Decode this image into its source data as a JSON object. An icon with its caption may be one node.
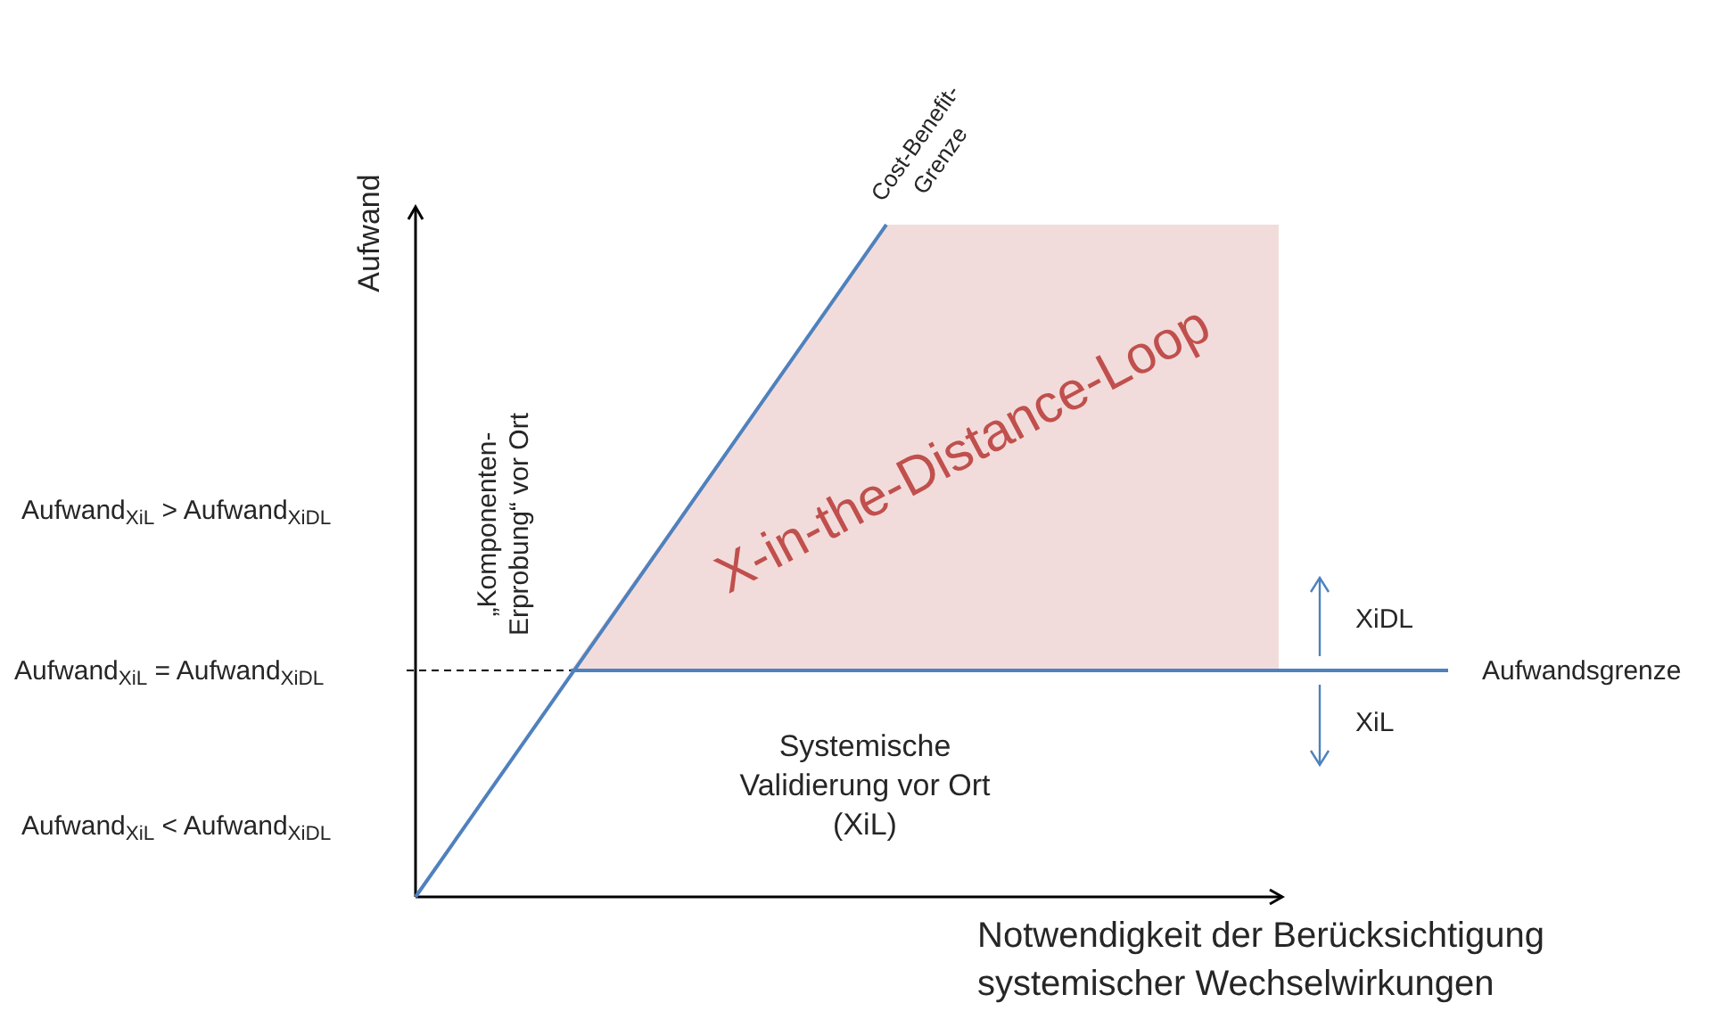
{
  "diagram": {
    "nodes": [
      {
        "text": [
          "X-in-the-Distance-Loop"
        ]
      }
    ],
    "labels": [
      "Aufwand",
      "Cost-Benefit-Grenze",
      "Aufwand$_{XiL}$ > Aufwand$_{XiDL}$",
      "„Komponenten-Erprobung“ vor Ort",
      "Aufwand$_{XiL}$ = Aufwand$_{XiDL}$",
      "XiDL",
      "Aufwandsgrenze",
      "XiL",
      "Systemische Validierung vor Ort (XiL)",
      "Aufwand$_{XiL}$ < Aufwand$_{XiDL}$",
      "Notwendigkeit der Berücksichtigung systemischer Wechselwirkungen"
    ]
  }
}
